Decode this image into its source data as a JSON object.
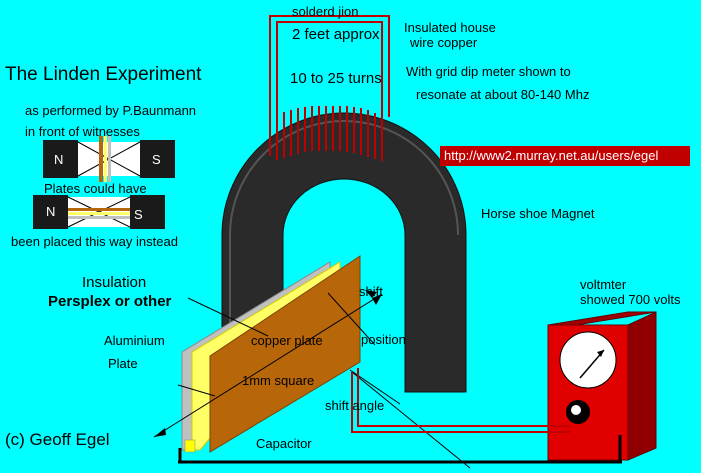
{
  "labels": {
    "soldered_joint": "solderd jion",
    "coil_length": "2 feet approx",
    "coil_turns": "10 to 25 turns",
    "wire_line1": "Insulated house",
    "wire_line2": "wire copper",
    "grid_dip_line1": "With grid dip meter shown to",
    "grid_dip_line2": "resonate at about 80-140 Mhz",
    "title": "The Linden Experiment",
    "performed_by": "as performed by  P.Baunmann",
    "witnesses": "in front of witnesses",
    "plates_could_have": "Plates could have",
    "placed_this_way": "been placed this way instead",
    "url": "http://www2.murray.net.au/users/egel",
    "horseshoe_magnet": "Horse shoe Magnet",
    "insulation": "Insulation",
    "perspex": "Persplex or other",
    "shift": "shift",
    "position": "position",
    "aluminium": "Aluminium",
    "plate": "Plate",
    "copper_plate": "copper plate",
    "size": "1mm square",
    "shift_angle": "shift angle",
    "voltmeter_line1": "voltmter",
    "voltmeter_line2": "showed 700 volts",
    "capacitor": "Capacitor",
    "copyright": "(c) Geoff Egel",
    "magnet_n1": "N",
    "magnet_s1": "S",
    "magnet_n2": "N",
    "magnet_s2": "S"
  },
  "colors": {
    "background": "#00FFFF",
    "magnet": "#2A2A2A",
    "coil_wire": "#C00000",
    "copper_plate": "#B8660A",
    "insulation": "#FFFF66",
    "aluminium": "#C0C0C0",
    "voltmeter_body": "#E00000",
    "url_bg": "#C00000"
  },
  "icons": {
    "voltmeter_dial": "gauge-dial-icon",
    "voltmeter_knob": "knob-icon"
  }
}
